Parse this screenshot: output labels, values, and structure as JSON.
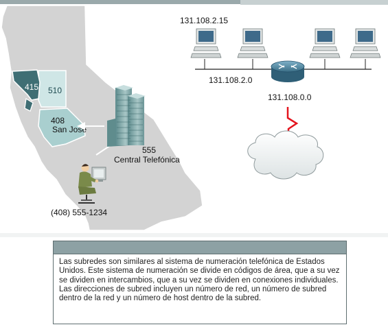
{
  "map": {
    "areas": [
      {
        "code": "415",
        "color": "#3f6e74"
      },
      {
        "code": "510",
        "color": "#cfe6e6"
      },
      {
        "code": "408",
        "city": "San Jose",
        "color": "#a9cfcf"
      }
    ],
    "state_color": "#d3d3d3",
    "exchange_label": "555",
    "office_label": "Central Telefónica",
    "phone_number": "(408) 555-1234"
  },
  "network": {
    "host_address": "131.108.2.15",
    "subnet_address": "131.108.2.0",
    "network_address": "131.108.0.0",
    "router_color": "#3a6e86",
    "link_color": "#e4141e"
  },
  "caption": {
    "text": "Las subredes son similares al sistema de numeración telefónica de Estados Unidos. Este sistema de numeración se divide en códigos de área, que a su vez se dividen en intercambios, que a su vez se dividen en conexiones individuales. Las direcciones de subred incluyen un número de red, un número de subred dentro de la red y un número de host dentro de la subred."
  }
}
